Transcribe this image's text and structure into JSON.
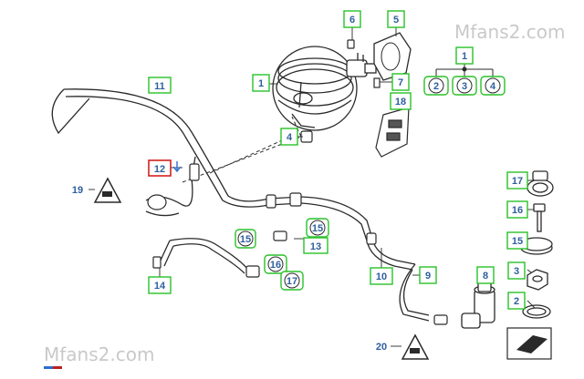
{
  "watermark_top": "Mfans2.com",
  "watermark_bottom": "Mfans2.com",
  "colors": {
    "callout_box": "#29c229",
    "highlight_box": "#d61f1f",
    "callout_text": "#2f5f9e",
    "line": "#2a2a2a",
    "watermark": "#c9c9c9"
  },
  "callouts": {
    "c1": "1",
    "c4": "4",
    "c6": "6",
    "c5": "5",
    "c7": "7",
    "c18": "18",
    "c1b": "1",
    "c2": "2",
    "c3": "3",
    "c4b": "4",
    "c11": "11",
    "c12": "12",
    "c19": "19",
    "c15a": "15",
    "c15b": "15",
    "c13": "13",
    "c14": "14",
    "c16": "16",
    "c17": "17",
    "c10": "10",
    "c9": "9",
    "c8": "8",
    "c20": "20",
    "r17": "17",
    "r16": "16",
    "r15": "15",
    "r3": "3",
    "r2": "2"
  },
  "icons": [
    "warning-triangle-icon",
    "oil-can-icon",
    "down-arrow-icon",
    "chevron-icon"
  ]
}
